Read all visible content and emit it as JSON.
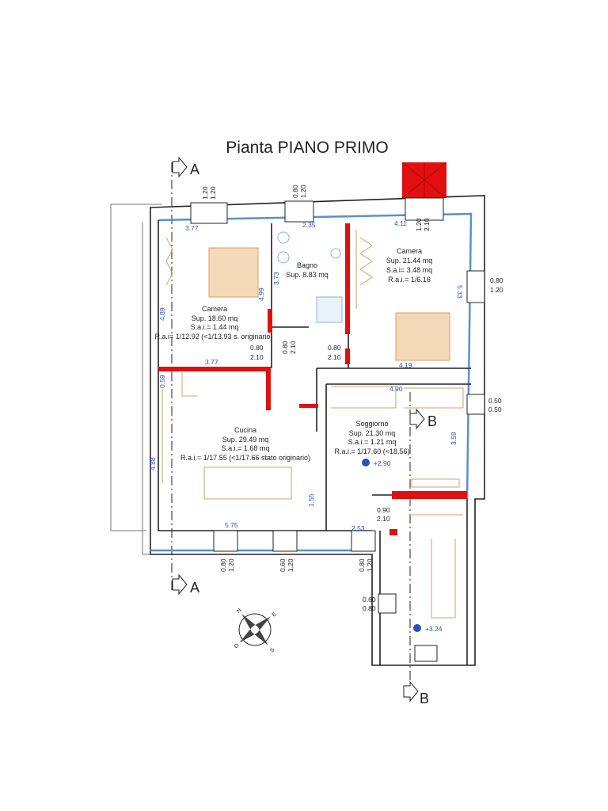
{
  "title": "Pianta PIANO PRIMO",
  "sections": {
    "a_top": "A",
    "a_bottom": "A",
    "b_mid": "B",
    "b_bottom": "B"
  },
  "rooms": [
    {
      "name": "Camera",
      "sup": "Sup. 18.60 mq",
      "sai": "S.a.i.= 1.44 mq",
      "rai": "R.a.i= 1/12.92 (<1/13.93 s. originario)"
    },
    {
      "name": "Bagno",
      "sup": "Sup. 8.83 mq"
    },
    {
      "name": "Camera",
      "sup": "Sup. 21.44 mq",
      "sai": "S.a.i= 3.48 mq",
      "rai": "R.a.i.= 1/6.16"
    },
    {
      "name": "Cucina",
      "sup": "Sup. 29.49 mq",
      "sai": "S.a.i.= 1.68 mq",
      "rai": "R.a.i.= 1/17.55 (<1/17.66 stato originario)"
    },
    {
      "name": "Soggiorno",
      "sup": "Sup. 21.30 mq",
      "sai": "S.a.i.= 1.21 mq",
      "rai": "R.a.i.= 1/17.60 (<18.56)"
    }
  ],
  "levels": {
    "soggiorno": "+2.90",
    "stair": "+3.24"
  },
  "dims": [
    "3.77",
    "2.35",
    "4.11",
    "5.33",
    "4.89",
    "4.99",
    "3.73",
    "3.77",
    "4.19",
    "0.59",
    "4.88",
    "4.90",
    "3.59",
    "5.75",
    "1.55",
    "2.53"
  ],
  "openings": [
    [
      "1.20",
      "1.20"
    ],
    [
      "0.80",
      "1.20"
    ],
    [
      "1.20",
      "2.10"
    ],
    [
      "0.80",
      "1.20"
    ],
    [
      "0.80",
      "2.10"
    ],
    [
      "0.80",
      "2.10"
    ],
    [
      "0.80",
      "2.10"
    ],
    [
      "0.50",
      "0.50"
    ],
    [
      "0.90",
      "2.10"
    ],
    [
      "0.80",
      "1.20"
    ],
    [
      "0.60",
      "1.20"
    ],
    [
      "0.80",
      "1.20"
    ],
    [
      "0.60",
      "0.80"
    ]
  ],
  "compass": {
    "n": "N",
    "s": "S",
    "e": "E",
    "o": "O"
  }
}
